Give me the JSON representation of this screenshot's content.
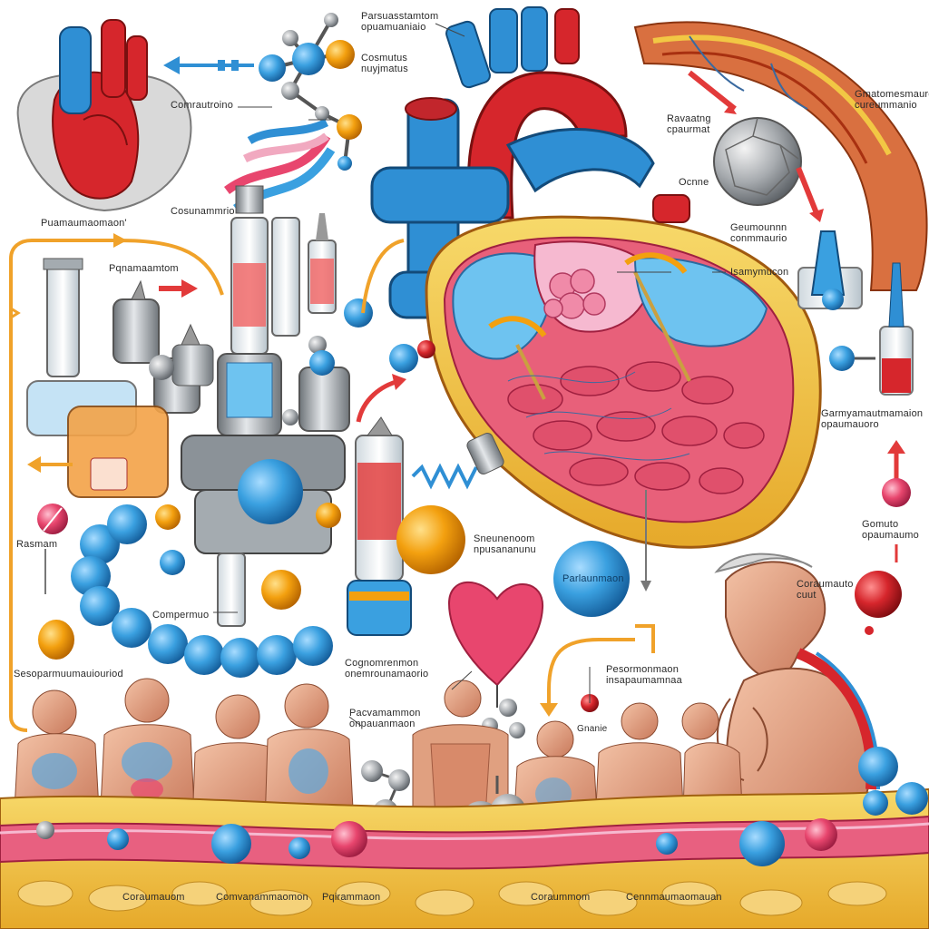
{
  "labels": {
    "top_center_1": "Parsuasstamtom\nopuamuaniaio",
    "top_center_2": "Cosmutus\nnuyjmatus",
    "top_left_pointer": "Comrautroino",
    "left_heart_caption": "Puamaumaomaon'",
    "syringe_label": "Cosunammrio",
    "apparatus_label": "Pqnamaamtom",
    "right_upper": "Gmatomesmaure\ncureummanio",
    "right_rateside": "Ravaatng\ncpaurmat",
    "right_ocm": "Ocnne",
    "right_mid": "Geumounnn\nconmmaurio",
    "heart_inner": "Isamymucon",
    "right_gaxpo": "Garmyamautmamaion\nopaumauoro",
    "right_gounto": "Gomuto\nopaumaumo",
    "right_comrate": "Coraumauto\ncuut",
    "left_ravasnm": "Rasmam",
    "left_long": "Sesoparmuumauiouriod",
    "mid_orange": "Sneunenoom\nnpusananunu",
    "mid_blue_ball": "Parlaunmaon",
    "mid_chain": "Compermuo",
    "mid_bottom_text": "Cognomrenmon\nonemrounamaorio",
    "people_text": "Pacvamammon\nonpauanmaon",
    "bottom_right_text": "Pesormonmaon\ninsapaumamnaa",
    "small_bubble": "Gnanie",
    "footer_1": "Coraumauom",
    "footer_2": "Comvanammaomon",
    "footer_3": "Pqirammaon",
    "footer_4": "Coraummom",
    "footer_5": "Cennmaumaomauan"
  },
  "colors": {
    "artery_red": "#d6262c",
    "vein_blue": "#2f8fd4",
    "ball_blue": "#3aa0e0",
    "ball_orange": "#f3a00f",
    "ball_pink": "#e8466e",
    "fat_yellow": "#f2c744",
    "muscle_pink": "#e8607a",
    "skin": "#e9a98b",
    "gray_metal": "#9aa0a6",
    "arrow_orange": "#f0a22a",
    "arrow_red": "#e23a3a"
  }
}
